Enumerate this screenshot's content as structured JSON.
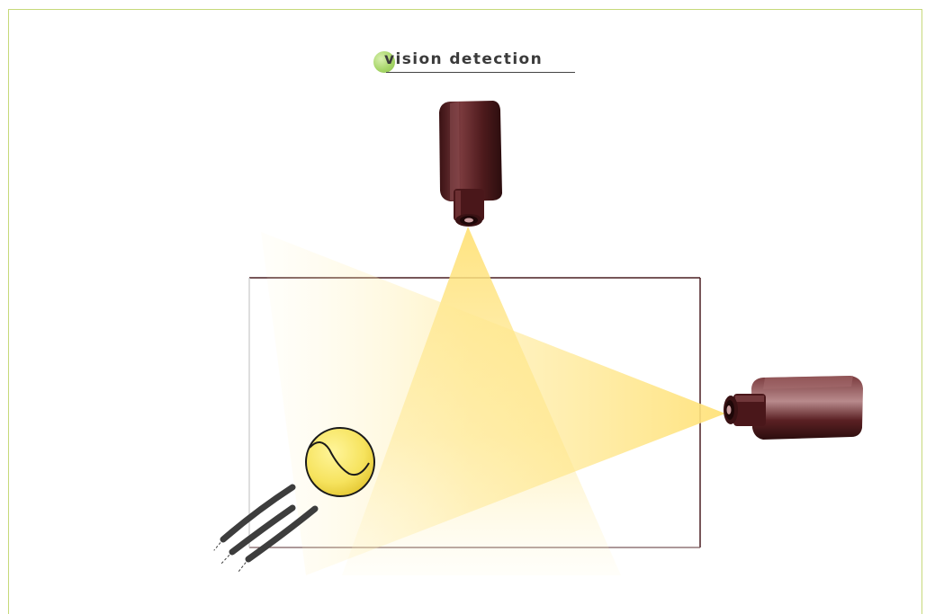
{
  "diagram": {
    "title": "vision detection",
    "colors": {
      "frame": "#c6d97a",
      "title_dot": "#a8d66a",
      "camera_body": "#5a1f22",
      "light_cone": "#ffe27a",
      "ball": "#f5e36a",
      "field_border": "#4a1f22"
    },
    "elements": {
      "cameras": [
        "top-camera",
        "side-camera"
      ],
      "ball": "tennis-ball",
      "field": "detection-area"
    }
  }
}
